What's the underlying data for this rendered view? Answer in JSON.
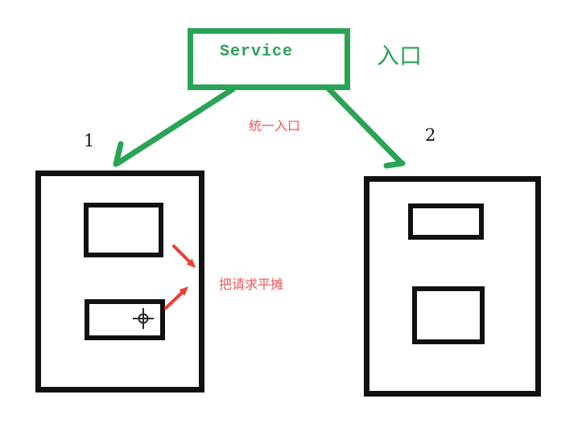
{
  "colors": {
    "green": "#29a356",
    "red": "#f23b30",
    "red_text": "#f35555",
    "black": "#111111",
    "cursor": "#2b2b2b",
    "background": "#ffffff"
  },
  "diagram": {
    "service_box_label": "Service",
    "entrance_label": "入口",
    "unified_entrance_caption": "统一入口",
    "spread_requests_caption": "把请求平摊",
    "left_group_label": "1",
    "right_group_label": "2",
    "icons": {
      "precision_cursor": "crosshair"
    }
  }
}
